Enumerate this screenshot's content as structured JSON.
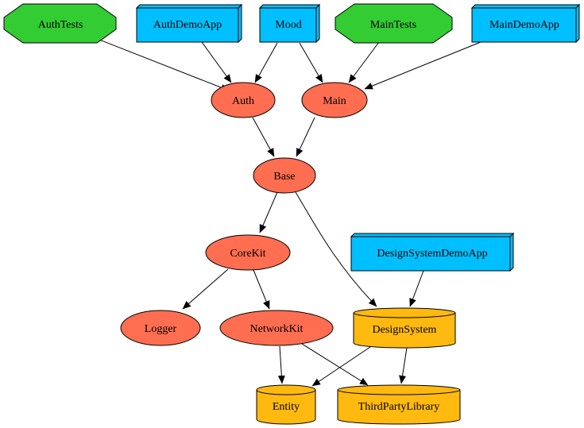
{
  "colors": {
    "library": "#ff6e50",
    "app": "#00bfff",
    "test": "#33cc33",
    "external": "#ffb90f",
    "stroke": "#000000"
  },
  "nodes": {
    "auth_tests": {
      "label": "AuthTests",
      "kind": "test"
    },
    "auth_demo_app": {
      "label": "AuthDemoApp",
      "kind": "app"
    },
    "mood": {
      "label": "Mood",
      "kind": "app"
    },
    "main_tests": {
      "label": "MainTests",
      "kind": "test"
    },
    "main_demo_app": {
      "label": "MainDemoApp",
      "kind": "app"
    },
    "auth": {
      "label": "Auth",
      "kind": "library"
    },
    "main": {
      "label": "Main",
      "kind": "library"
    },
    "base": {
      "label": "Base",
      "kind": "library"
    },
    "core_kit": {
      "label": "CoreKit",
      "kind": "library"
    },
    "design_system_demo_app": {
      "label": "DesignSystemDemoApp",
      "kind": "app"
    },
    "logger": {
      "label": "Logger",
      "kind": "library"
    },
    "network_kit": {
      "label": "NetworkKit",
      "kind": "library"
    },
    "design_system": {
      "label": "DesignSystem",
      "kind": "external"
    },
    "entity": {
      "label": "Entity",
      "kind": "external"
    },
    "third_party_library": {
      "label": "ThirdPartyLibrary",
      "kind": "external"
    }
  },
  "edges": [
    {
      "from": "AuthTests",
      "to": "Auth"
    },
    {
      "from": "AuthDemoApp",
      "to": "Auth"
    },
    {
      "from": "Mood",
      "to": "Auth"
    },
    {
      "from": "Mood",
      "to": "Main"
    },
    {
      "from": "MainTests",
      "to": "Main"
    },
    {
      "from": "MainDemoApp",
      "to": "Main"
    },
    {
      "from": "Auth",
      "to": "Base"
    },
    {
      "from": "Main",
      "to": "Base"
    },
    {
      "from": "Base",
      "to": "CoreKit"
    },
    {
      "from": "Base",
      "to": "DesignSystem"
    },
    {
      "from": "DesignSystemDemoApp",
      "to": "DesignSystem"
    },
    {
      "from": "CoreKit",
      "to": "Logger"
    },
    {
      "from": "CoreKit",
      "to": "NetworkKit"
    },
    {
      "from": "NetworkKit",
      "to": "Entity"
    },
    {
      "from": "NetworkKit",
      "to": "ThirdPartyLibrary"
    },
    {
      "from": "DesignSystem",
      "to": "Entity"
    },
    {
      "from": "DesignSystem",
      "to": "ThirdPartyLibrary"
    }
  ]
}
